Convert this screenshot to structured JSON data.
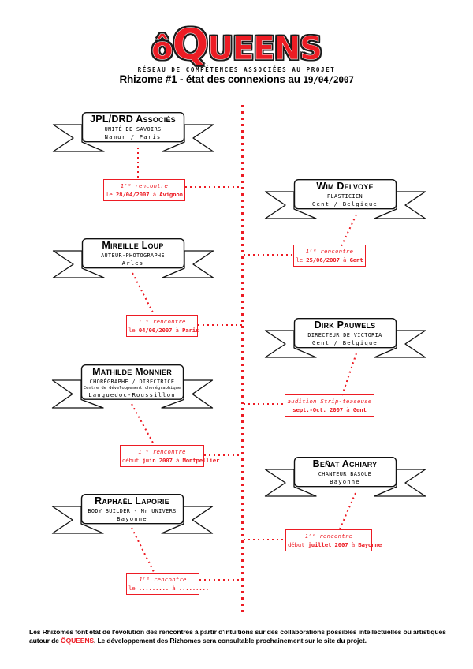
{
  "header": {
    "logo": {
      "accent": "ô",
      "initial": "Q",
      "rest": "UEENS"
    },
    "subtitle": "RÉSEAU DE COMPÉTENCES ASSOCIÉES AU PROJET",
    "title_text": "Rhizome #1 - état des connexions au ",
    "title_date": "19/04/2007"
  },
  "colors": {
    "accent_red": "#ED1C24",
    "ink": "#111111"
  },
  "network": {
    "people": [
      {
        "name": "JPL/DRD Associés",
        "role": "UNITÉ DE SAVOIRS",
        "location": "Namur / Paris"
      },
      {
        "name": "Wim Delvoye",
        "role": "PLASTICIEN",
        "location": "Gent / Belgique"
      },
      {
        "name": "Mireille Loup",
        "role": "AUTEUR-PHOTOGRAPHE",
        "location": "Arles"
      },
      {
        "name": "Dirk Pauwels",
        "role": "DIRECTEUR DE VICTORIA",
        "location": "Gent / Belgique"
      },
      {
        "name": "Mathilde Monnier",
        "role": "CHORÉGRAPHE / DIRECTRICE",
        "org": "Centre de développement chorégraphique",
        "location": "Languedoc-Roussillon"
      },
      {
        "name": "Beñat Achiary",
        "role": "CHANTEUR BASQUE",
        "location": "Bayonne"
      },
      {
        "name": "Raphaël Laporie",
        "role": "BODY BUILDER - Mr UNIVERS",
        "location": "Bayonne"
      }
    ],
    "connections": [
      {
        "line1": "1ʳᵉ rencontre",
        "pre": "le ",
        "date": "28/04/2007",
        "mid": " à ",
        "place": "Avignon"
      },
      {
        "line1": "1ʳᵉ rencontre",
        "pre": "le ",
        "date": "25/06/2007",
        "mid": " à ",
        "place": "Gent"
      },
      {
        "line1": "1ʳᵉ rencontre",
        "pre": "le ",
        "date": "04/06/2007",
        "mid": " à ",
        "place": "Paris"
      },
      {
        "line1": "audition Strip-teaseuse",
        "pre": "",
        "date": "sept.-Oct. 2007",
        "mid": " à ",
        "place": "Gent"
      },
      {
        "line1": "1ʳᵉ rencontre",
        "pre": "début ",
        "date": "juin 2007",
        "mid": " à ",
        "place": "Montpellier"
      },
      {
        "line1": "1ʳᵉ rencontre",
        "pre": "début ",
        "date": "juillet 2007",
        "mid": " à ",
        "place": "Bayonne"
      },
      {
        "line1": "1ʳᵉ rencontre",
        "pre": "le ",
        "date": ".........",
        "mid": " à ",
        "place": "........."
      }
    ]
  },
  "footer": {
    "text_before": "Les Rhizomes font état de l'évolution des rencontres à partir d'intuitions sur des collaborations possibles intellectuelles ou artistiques autour de ",
    "brand": "ÔQUEENS",
    "text_after": ". Le développement des Rizhomes sera consultable prochainement sur le site du projet."
  }
}
